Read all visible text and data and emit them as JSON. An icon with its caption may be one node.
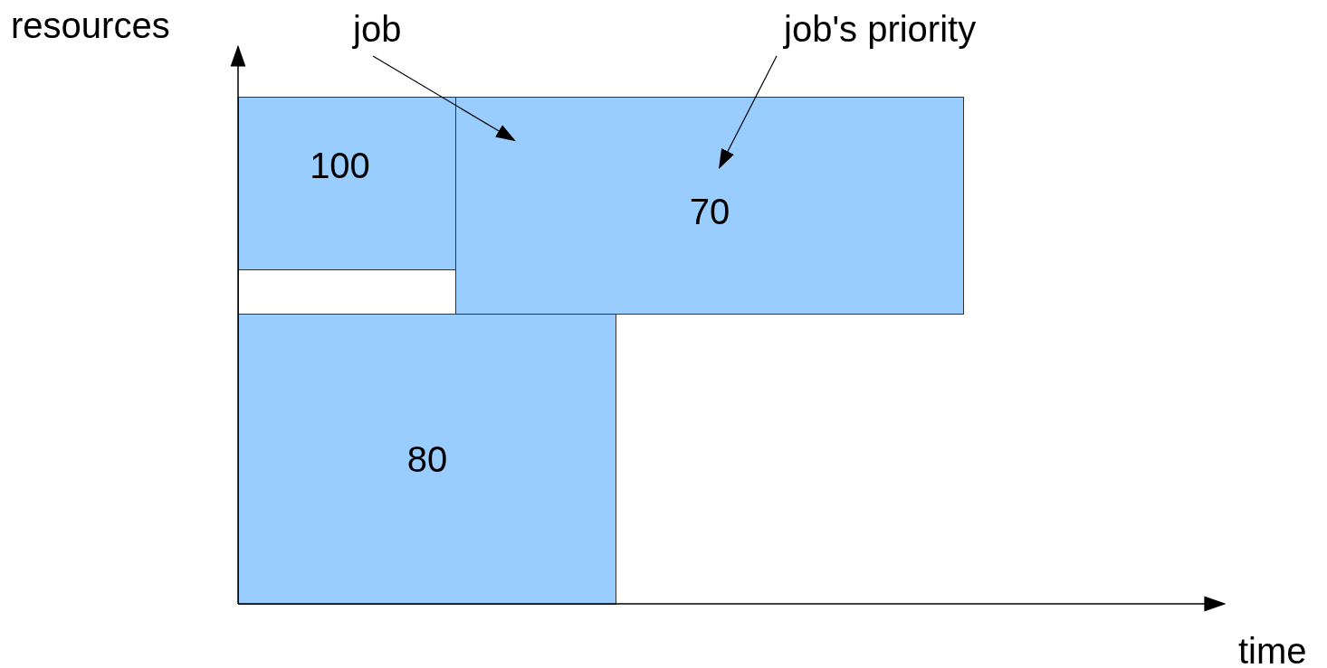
{
  "diagram": {
    "nodes": [
      {
        "text": [
          "job"
        ]
      },
      {
        "text": [
          "job's priority"
        ]
      },
      {
        "text": [
          "100"
        ]
      },
      {
        "text": [
          "70"
        ]
      },
      {
        "text": [],
        "shape": "box"
      },
      {
        "text": [
          "80"
        ]
      }
    ],
    "edges": [
      {
        "from": 0,
        "to": 3,
        "arrow": "to"
      },
      {
        "from": 1,
        "to": 3,
        "arrow": "to"
      }
    ],
    "labels": [
      "resources",
      "time"
    ]
  }
}
